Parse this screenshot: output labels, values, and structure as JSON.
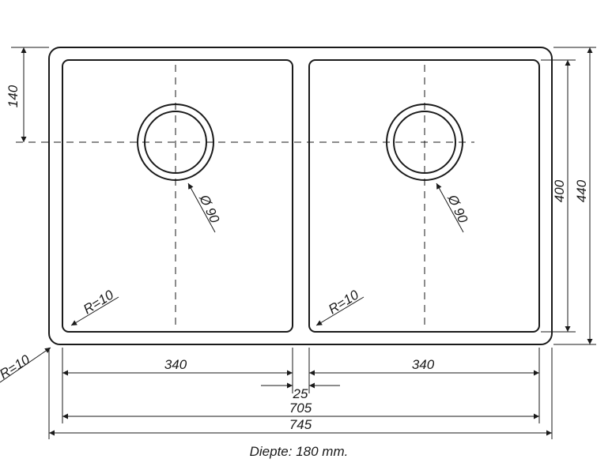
{
  "dimensions": {
    "bowl_depth_top": "140",
    "inner_height": "400",
    "outer_height": "440",
    "bowl_width_left": "340",
    "bowl_width_right": "340",
    "divider_width": "25",
    "inner_width": "705",
    "outer_width": "745",
    "drain_diameter_left": "Ø 90",
    "drain_diameter_right": "Ø 90",
    "corner_radius_left": "R=10",
    "corner_radius_right": "R=10",
    "corner_radius_outer": "R=10"
  },
  "note": "Diepte: 180 mm."
}
